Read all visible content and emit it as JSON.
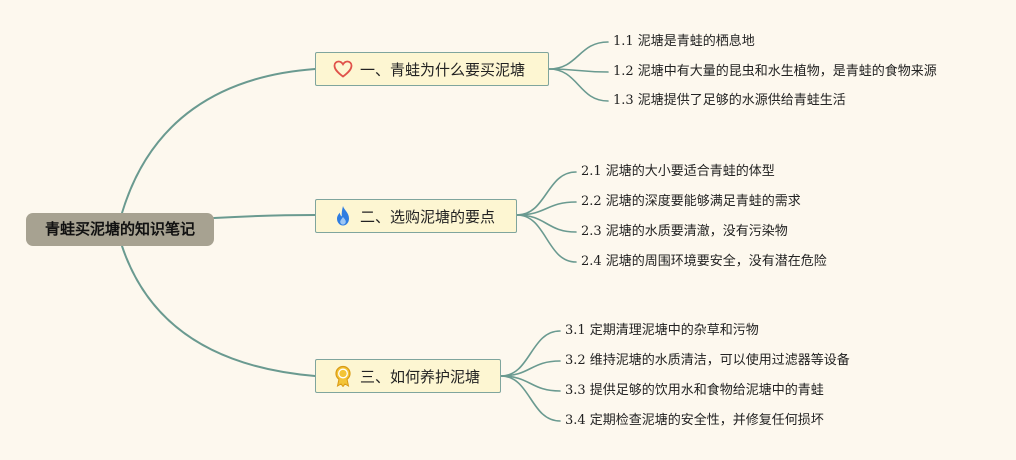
{
  "root": {
    "label": "青蛙买泥塘的知识笔记"
  },
  "branches": [
    {
      "label": "一、青蛙为什么要买泥塘",
      "icon": "heart-icon",
      "color": "#e0524a",
      "children": [
        "1.1 泥塘是青蛙的栖息地",
        "1.2 泥塘中有大量的昆虫和水生植物，是青蛙的食物来源",
        "1.3 泥塘提供了足够的水源供给青蛙生活"
      ]
    },
    {
      "label": "二、选购泥塘的要点",
      "icon": "fire-icon",
      "color": "#2f7de1",
      "children": [
        "2.1 泥塘的大小要适合青蛙的体型",
        "2.2 泥塘的深度要能够满足青蛙的需求",
        "2.3 泥塘的水质要清澈，没有污染物",
        "2.4 泥塘的周围环境要安全，没有潜在危险"
      ]
    },
    {
      "label": "三、如何养护泥塘",
      "icon": "medal-icon",
      "color": "#e8b321",
      "children": [
        "3.1 定期清理泥塘中的杂草和污物",
        "3.2 维持泥塘的水质清洁，可以使用过滤器等设备",
        "3.3 提供足够的饮用水和食物给泥塘中的青蛙",
        "3.4 定期检查泥塘的安全性，并修复任何损坏"
      ]
    }
  ],
  "colors": {
    "connector": "#6a9a90",
    "root_bg": "#a7a291",
    "branch_bg": "#fdf6d2",
    "background": "#fdf8ee"
  }
}
